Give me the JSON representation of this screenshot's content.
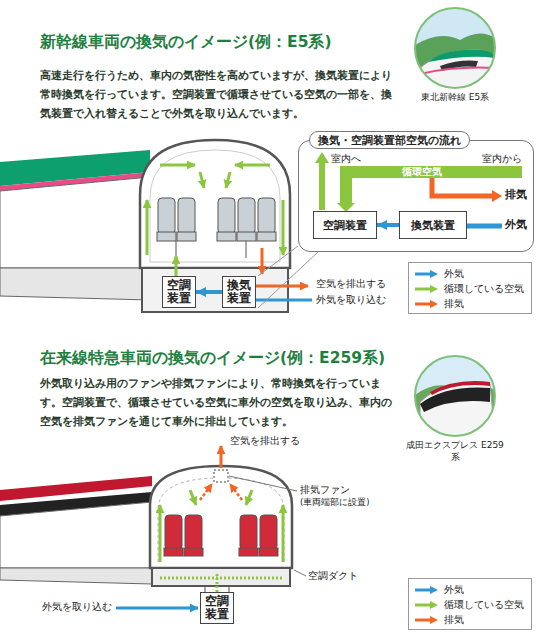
{
  "diagram": {
    "title": "新幹線車両の換気のイメージ(例：E5系)",
    "nodes": [
      {
        "text": [
          "空調装置"
        ]
      },
      {
        "text": [
          "換気装置"
        ]
      },
      {
        "text": [
          "換気・空調装置部空気の流れ"
        ]
      },
      {
        "text": [
          "空調装置"
        ],
        "in": 2
      },
      {
        "text": [
          "換気装置"
        ],
        "in": 2
      },
      {
        "text": [
          "空調装置"
        ]
      }
    ],
    "edges": [
      {
        "from": 1,
        "to": 0,
        "arrow": "to"
      },
      {
        "from": 4,
        "to": 3,
        "arrow": "to"
      }
    ],
    "labels": [
      "高速走行を行うため、車内の気密性を高めていますが、換気装置により常時換気を行っています。空調装置で循環させている空気の一部を、換気装置で入れ替えることで外気を取り込んでいます。",
      "東北新幹線 E5系",
      "空気を排出する",
      "外気を取り込む",
      "室内へ",
      "循環空気",
      "室内から",
      "排気",
      "外気",
      "在来線特急車両の換気のイメージ(例：E259系)",
      "外気取り込み用のファンや排気ファンにより、常時換気を行っています。空調装置で、循環させている空気に車外の空気を取り込み、車内の空気を排気ファンを通じて車外に排出しています。",
      "成田エクスプレス E259系",
      "空気を排出する",
      "排気ファン",
      "(車両端部に設置)",
      "空調ダクト",
      "外気を取り込む"
    ],
    "legend": [
      {
        "text": "外気",
        "color": "#2e96d3"
      },
      {
        "text": "循環している空気",
        "color": "#8cc63f"
      },
      {
        "text": "排気",
        "color": "#f26522"
      },
      {
        "text": "外気",
        "color": "#2e96d3"
      },
      {
        "text": "循環している空気",
        "color": "#8cc63f"
      },
      {
        "text": "排気",
        "color": "#f26522"
      }
    ]
  }
}
